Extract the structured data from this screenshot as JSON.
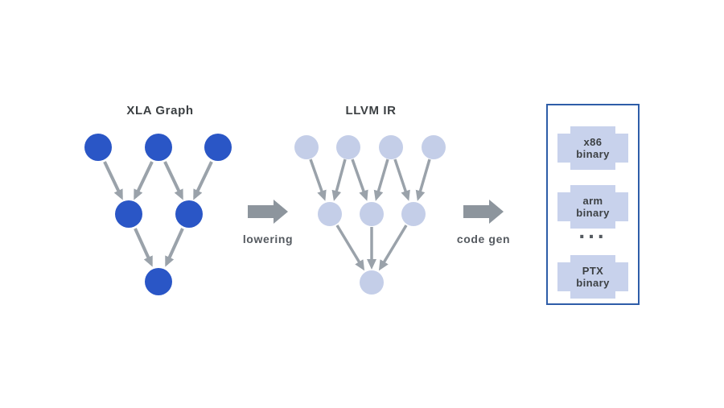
{
  "colors": {
    "node_dark": "#2a56c6",
    "node_light": "#c4cee8",
    "edge_arrow": "#9aa2aa",
    "block_arrow": "#8d959d",
    "box_border": "#2e5da8",
    "chip_bg": "#c8d2ec",
    "title_text": "#3c4043",
    "label_text": "#555a60"
  },
  "left_graph": {
    "title": "XLA Graph"
  },
  "right_graph": {
    "title": "LLVM IR"
  },
  "steps": [
    {
      "label": "lowering"
    },
    {
      "label": "code gen"
    }
  ],
  "outputs": {
    "chips": [
      {
        "line1": "x86",
        "line2": "binary"
      },
      {
        "line1": "arm",
        "line2": "binary"
      },
      {
        "line1": "PTX",
        "line2": "binary"
      }
    ],
    "ellipsis": "..."
  }
}
